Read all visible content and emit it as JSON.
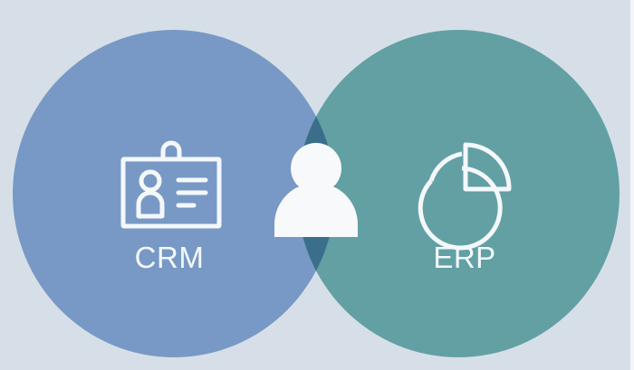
{
  "diagram": {
    "type": "venn",
    "background": "#d6dfe7",
    "sets": [
      {
        "id": "crm",
        "label": "CRM",
        "icon": "id-badge-icon",
        "color": "#7899c5"
      },
      {
        "id": "erp",
        "label": "ERP",
        "icon": "pie-chart-icon",
        "color": "#62a0a4"
      }
    ],
    "intersection": {
      "icon": "person-icon",
      "color": "#3a6e8b"
    },
    "icon_color": "#f4f8fb"
  }
}
